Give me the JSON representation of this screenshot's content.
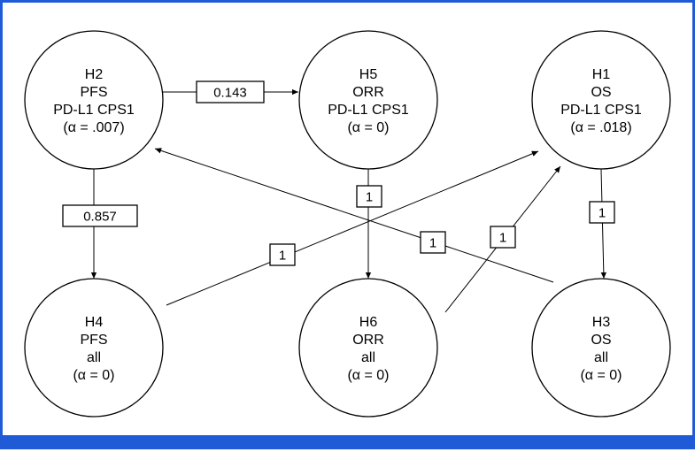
{
  "colors": {
    "frame": "#1f5bd6",
    "stroke": "#000000",
    "fill": "#ffffff"
  },
  "nodes": [
    {
      "id": "H2",
      "lines": [
        "H2",
        "PFS",
        "PD-L1 CPS1",
        "(α = .007)"
      ]
    },
    {
      "id": "H5",
      "lines": [
        "H5",
        "ORR",
        "PD-L1 CPS1",
        "(α = 0)"
      ]
    },
    {
      "id": "H1",
      "lines": [
        "H1",
        "OS",
        "PD-L1 CPS1",
        "(α = .018)"
      ]
    },
    {
      "id": "H4",
      "lines": [
        "H4",
        "PFS",
        "all",
        "(α = 0)"
      ]
    },
    {
      "id": "H6",
      "lines": [
        "H6",
        "ORR",
        "all",
        "(α = 0)"
      ]
    },
    {
      "id": "H3",
      "lines": [
        "H3",
        "OS",
        "all",
        "(α = 0)"
      ]
    }
  ],
  "edges": [
    {
      "from": "H2",
      "to": "H5",
      "weight": "0.143"
    },
    {
      "from": "H2",
      "to": "H4",
      "weight": "0.857"
    },
    {
      "from": "H5",
      "to": "H6",
      "weight": "1"
    },
    {
      "from": "H1",
      "to": "H3",
      "weight": "1"
    },
    {
      "from": "H4",
      "to": "H1",
      "weight": "1"
    },
    {
      "from": "H6",
      "to": "H1",
      "weight": "1"
    },
    {
      "from": "H3",
      "to": "H2",
      "weight": "1"
    }
  ]
}
